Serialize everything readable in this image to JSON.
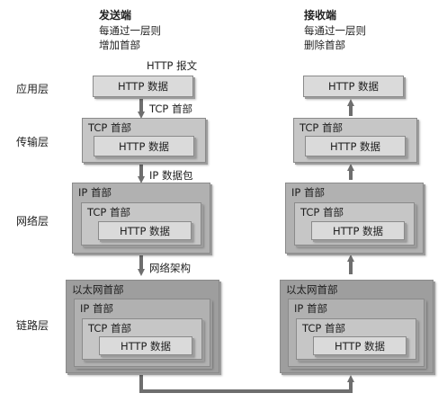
{
  "sender": {
    "title": "发送端",
    "line1": "每通过一层则",
    "line2": "增加首部"
  },
  "receiver": {
    "title": "接收端",
    "line1": "每通过一层则",
    "line2": "删除首部"
  },
  "http_message_label": "HTTP 报文",
  "layers": {
    "application": "应用层",
    "transport": "传输层",
    "network": "网络层",
    "link": "链路层"
  },
  "arrow_labels": {
    "tcp_header": "TCP 首部",
    "ip_packet": "IP 数据包",
    "network_frame": "网络架构"
  },
  "boxes": {
    "http_data": "HTTP 数据",
    "tcp_header": "TCP 首部",
    "ip_header": "IP 首部",
    "ethernet_header": "以太网首部"
  },
  "colors": {
    "arrow": "#6e6e6e",
    "outer_box": "#9e9e9e",
    "inner_box": "#dadada"
  }
}
